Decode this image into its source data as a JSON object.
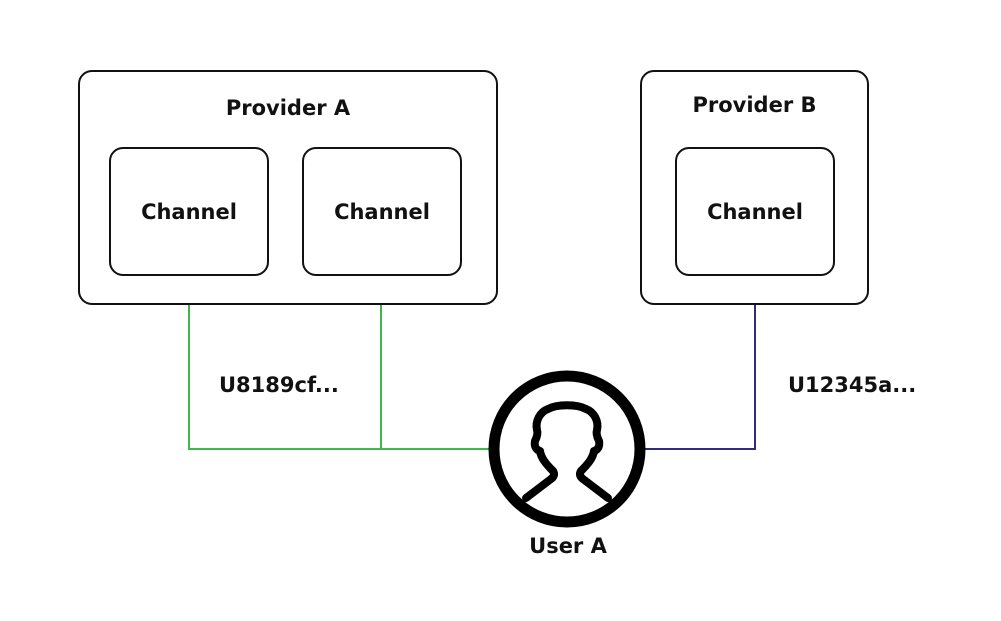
{
  "providers": [
    {
      "name": "Provider A",
      "channels": [
        "Channel",
        "Channel"
      ]
    },
    {
      "name": "Provider B",
      "channels": [
        "Channel"
      ]
    }
  ],
  "connections": {
    "user_id_provider_a": "U8189cf...",
    "user_id_provider_b": "U12345a...",
    "color_provider_a": "#3cb94a",
    "color_provider_b": "#2e2e7a"
  },
  "user": {
    "label": "User A",
    "icon": "user-avatar-icon"
  }
}
